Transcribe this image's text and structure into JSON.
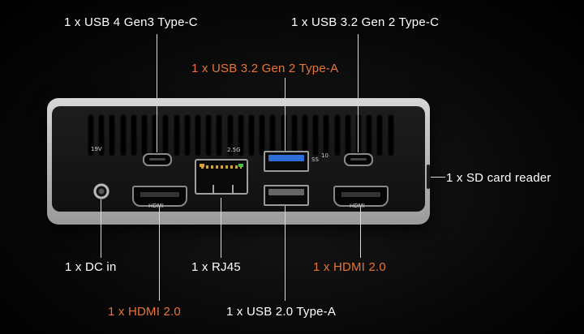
{
  "labels": {
    "usb4": "1 x USB 4 Gen3 Type-C",
    "usb32c": "1 x USB 3.2 Gen 2 Type-C",
    "usb32a": "1 x USB 3.2 Gen 2 Type-A",
    "sd": "1 x SD card reader",
    "dc": "1 x DC in",
    "rj45": "1 x RJ45",
    "hdmi_right": "1 x HDMI 2.0",
    "hdmi_left": "1 x HDMI 2.0",
    "usb20": "1 x USB 2.0 Type-A"
  },
  "device_markings": {
    "hdmi_left": "HDMI",
    "hdmi_right": "HDMI",
    "rj45_speed": "2.5G",
    "dc_voltage": "19V",
    "usb_ss": "SS",
    "usb_ss_speed": "10"
  },
  "colors": {
    "accent": "#e8743b",
    "label": "#ffffff",
    "usb3_tongue": "#2d6fd6"
  }
}
